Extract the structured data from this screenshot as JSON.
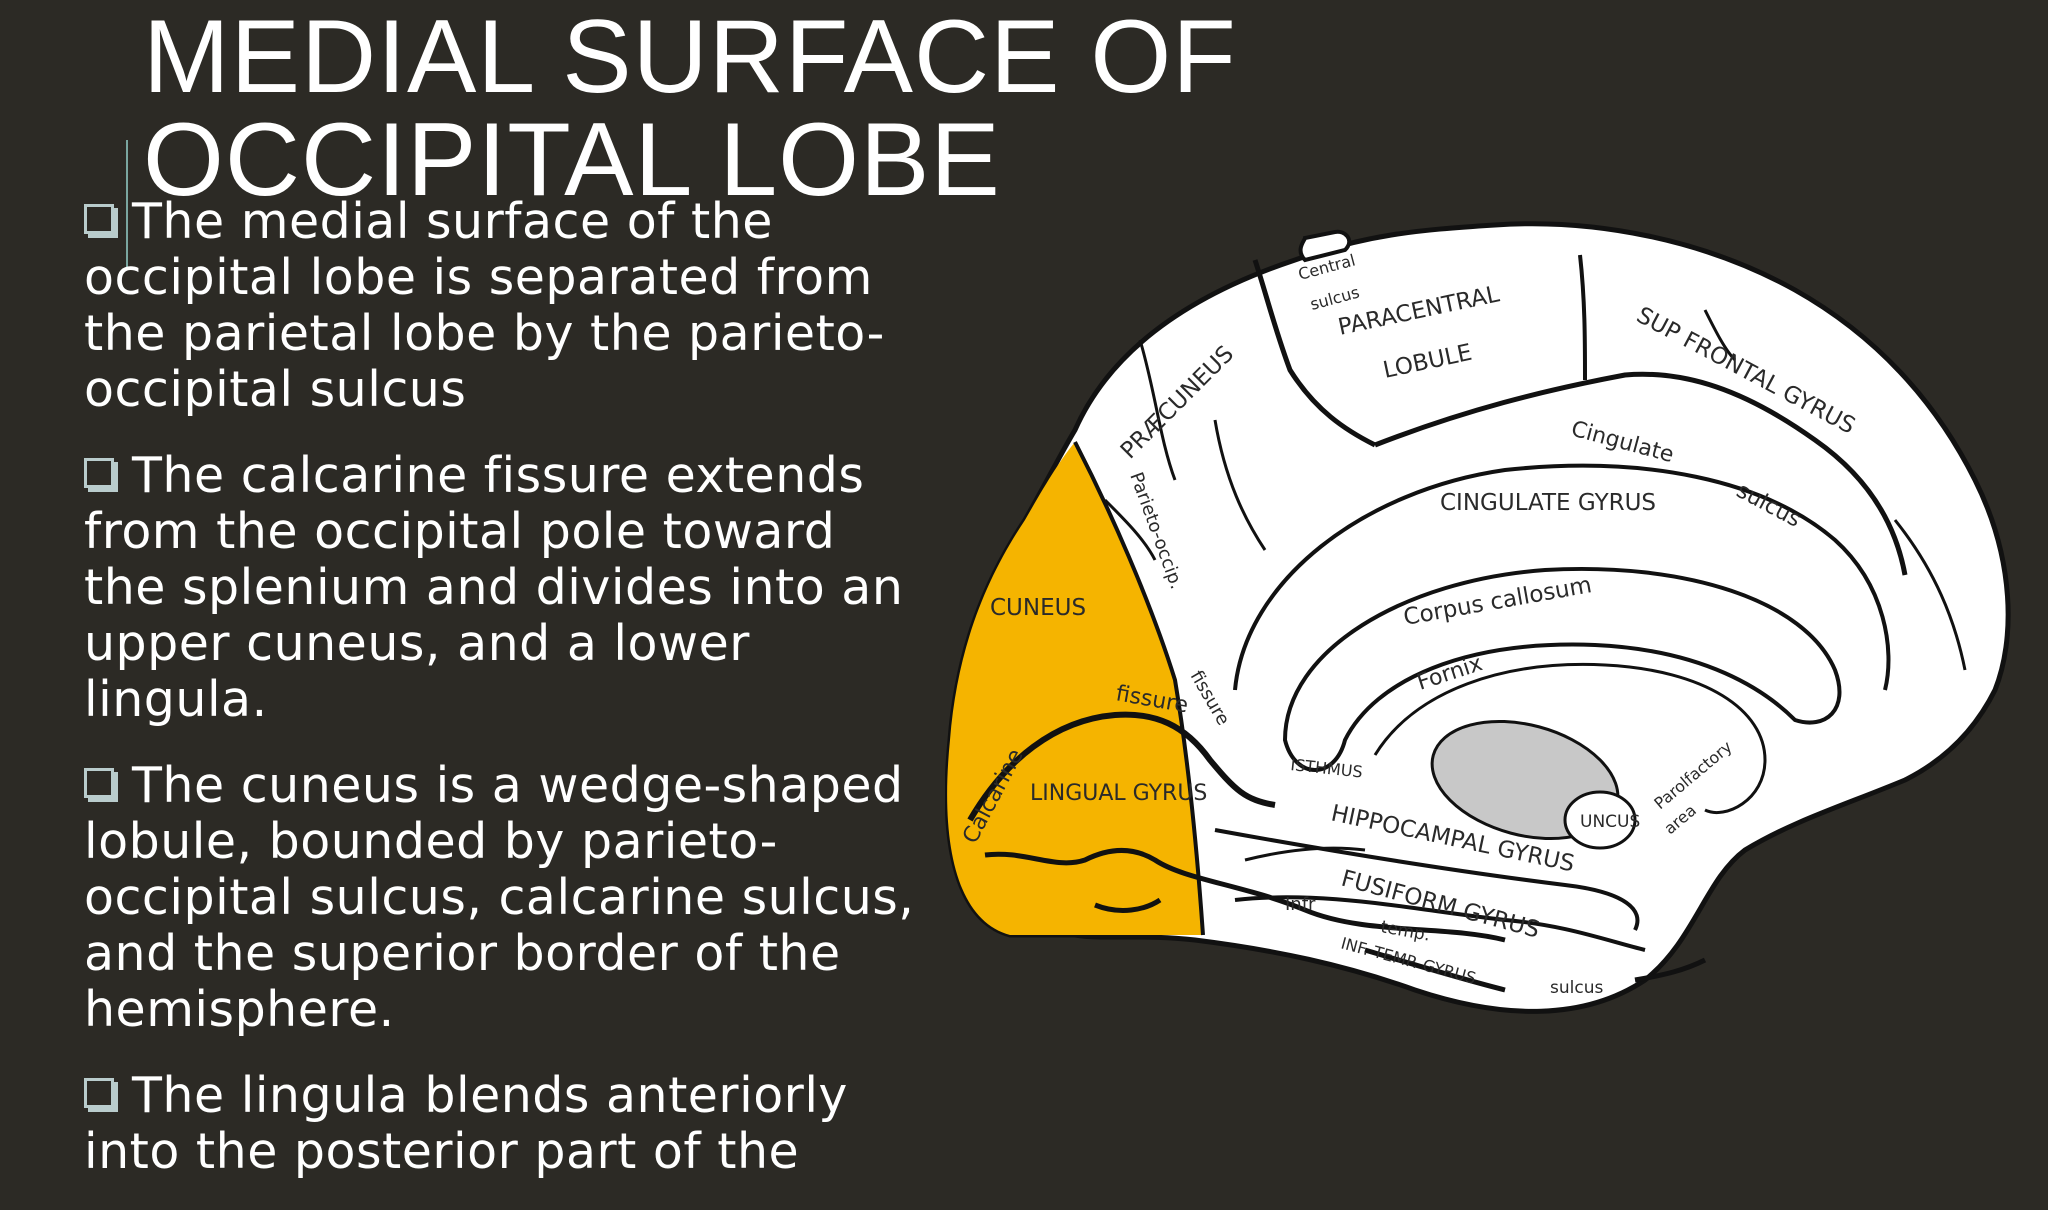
{
  "slide": {
    "title_line1": "MEDIAL SURFACE OF",
    "title_line2": "OCCIPITAL LOBE",
    "bullets": [
      "The medial surface of the occipital lobe is separated from the parietal lobe by the parieto-occipital sulcus",
      "The calcarine fissure extends from the occipital pole toward the splenium and divides into an upper cuneus, and a lower lingula.",
      "The cuneus is a wedge-shaped lobule, bounded by parieto-occipital sulcus, calcarine sulcus, and the superior border of the hemisphere.",
      "The lingula blends anteriorly into the posterior part of the"
    ]
  },
  "diagram": {
    "labels": {
      "central_sulcus_1": "Central",
      "central_sulcus_2": "sulcus",
      "paracentral_1": "PARACENTRAL",
      "paracentral_2": "LOBULE",
      "sup_frontal": "SUP  FRONTAL  GYRUS",
      "praecuneus": "PRÆCUNEUS",
      "cingulate_sulcus_1": "Cingulate",
      "cingulate_sulcus_2": "sulcus",
      "cingulate_gyrus": "CINGULATE GYRUS",
      "parieto_occip": "Parieto-occip.",
      "corpus_callosum": "Corpus callosum",
      "cuneus": "CUNEUS",
      "fornix": "Fornix",
      "fissure_left": "fissure",
      "fissure_right": "fissure",
      "calcarine": "Calcarine",
      "isthmus": "ISTHMUS",
      "lingual_gyrus": "LINGUAL GYRUS",
      "parolfactory_1": "Parolfactory",
      "parolfactory_2": "area",
      "uncus": "UNCUS",
      "hippocampal": "HIPPOCAMPAL GYRUS",
      "fusiform": "FUSIFORM GYRUS",
      "infr": "Infr",
      "temp": "temp.",
      "sulcus_bottom": "sulcus",
      "inf_temp_gyrus": "INF. TEMP. GYRUS"
    },
    "colors": {
      "background": "#2c2a25",
      "brain_fill": "#ffffff",
      "outline": "#111111",
      "occipital_highlight": "#f5b400",
      "thalamus": "#c8c8c8"
    }
  }
}
